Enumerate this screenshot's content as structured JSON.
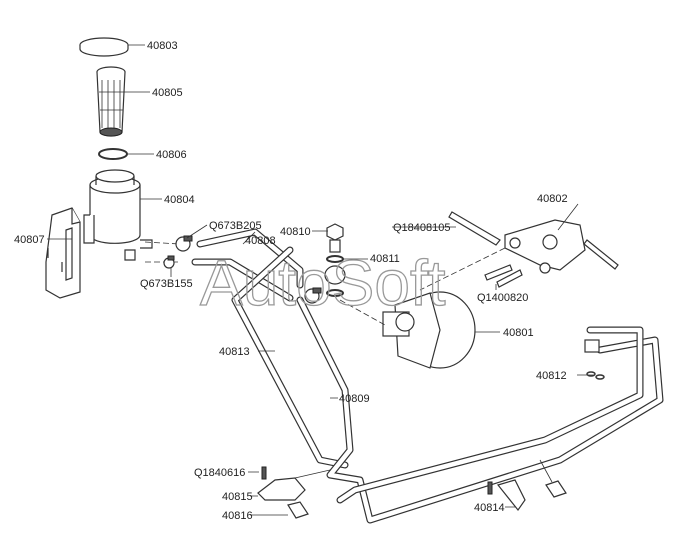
{
  "watermark": "AutoSoft",
  "labels": {
    "l40803": "40803",
    "l40805": "40805",
    "l40806": "40806",
    "l40804": "40804",
    "l40807": "40807",
    "lQ673B205": "Q673B205",
    "l40808": "40808",
    "lQ673B155": "Q673B155",
    "l40810": "40810",
    "l40811": "40811",
    "lQ18408105": "Q18408105",
    "l40802": "40802",
    "lQ1400820": "Q1400820",
    "l40801": "40801",
    "l40813": "40813",
    "l40809": "40809",
    "l40812": "40812",
    "lQ1840616": "Q1840616",
    "l40815": "40815",
    "l40816": "40816",
    "l40814": "40814"
  }
}
